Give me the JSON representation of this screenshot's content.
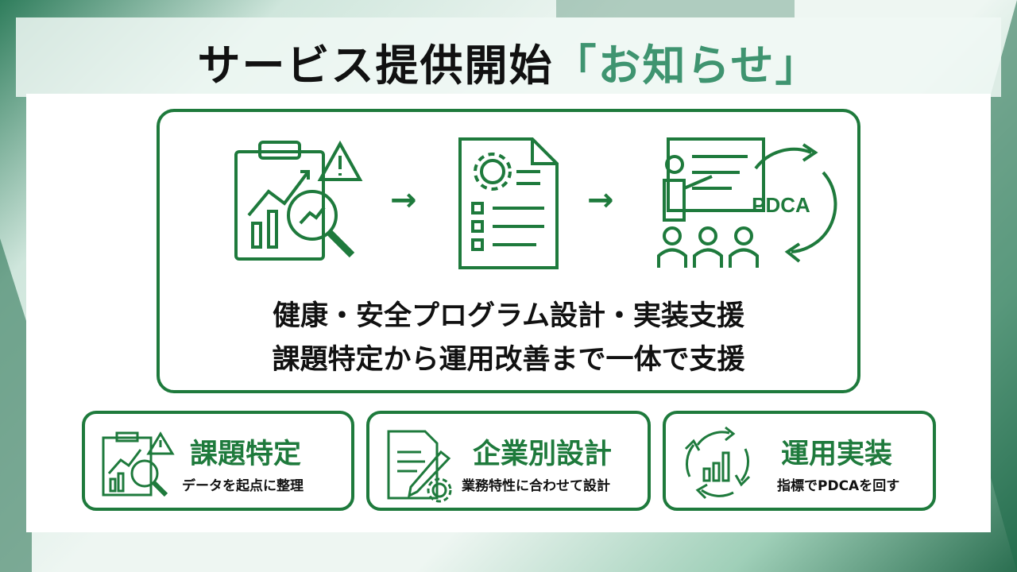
{
  "title": {
    "main": "サービス提供開始",
    "accent": "「お知らせ」"
  },
  "main_box": {
    "flow_icons": [
      "analysis-clipboard-icon",
      "arrow-right-icon",
      "design-document-icon",
      "arrow-right-icon",
      "pdca-presentation-icon"
    ],
    "pdca_label": "PDCA",
    "line1": "健康・安全プログラム設計・実装支援",
    "line2": "課題特定から運用改善まで一体で支援"
  },
  "cards": [
    {
      "title": "課題特定",
      "subtitle": "データを起点に整理",
      "icon": "analysis-icon"
    },
    {
      "title": "企業別設計",
      "subtitle": "業務特性に合わせて設計",
      "icon": "document-gear-icon"
    },
    {
      "title": "運用実装",
      "subtitle": "指標でPDCAを回す",
      "icon": "cycle-chart-icon"
    }
  ],
  "colors": {
    "brand_green": "#1e7a3c",
    "accent_green": "#3f9470"
  }
}
